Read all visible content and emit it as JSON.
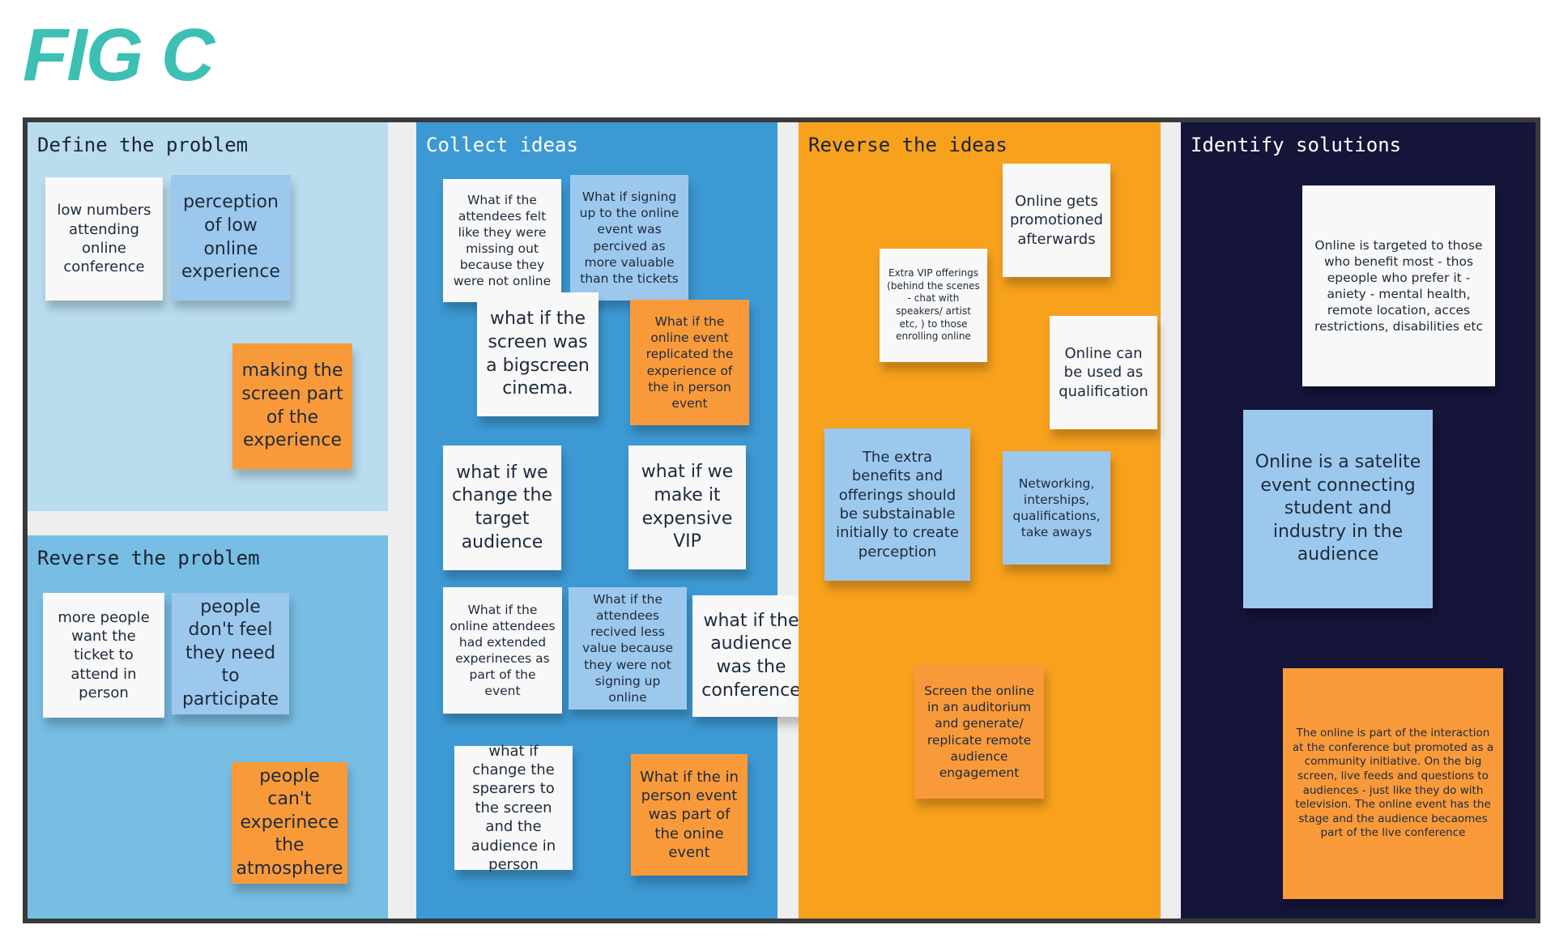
{
  "figure_title": "FIG C",
  "panels": {
    "define": {
      "title": "Define the problem",
      "color": "#b9dcef"
    },
    "reverse_problem": {
      "title": "Reverse the problem",
      "color": "#78bde3"
    },
    "collect": {
      "title": "Collect ideas",
      "color": "#3d99d3"
    },
    "reverse_ideas": {
      "title": "Reverse the ideas",
      "color": "#f7a11d"
    },
    "solutions": {
      "title": "Identify solutions",
      "color": "#141539"
    }
  },
  "notes": {
    "d1": "low numbers attending online conference",
    "d2": "perception of low online experience",
    "d3": "making the screen part of the experience",
    "r1": "more people want the ticket to attend in person",
    "r2": "people don't feel they need to participate",
    "r3": "people can't experinece the atmosphere",
    "c1": "What if the attendees felt like they were missing out because they were not online",
    "c2": "What if signing up to the online event was percived as more valuable than the tickets",
    "c3": "what if the screen was a bigscreen cinema.",
    "c4": "What if the online event replicated the experience of the in person event",
    "c5": "what if we change the target audience",
    "c6": "what if we make it expensive VIP",
    "c7": "What if the online attendees had extended experineces as part of the event",
    "c8": "What if the attendees recived less value because they were not signing up online",
    "c9": "what if the audience was the conference",
    "c10": "what if change the spearers to the screen and the audience in person",
    "c11": "What if the in person event was part of the onine event",
    "i1": "Online gets promotioned afterwards",
    "i2": "Extra VIP offerings (behind the scenes - chat with speakers/ artist etc, ) to those enrolling online",
    "i3": "Online can be used as qualification",
    "i4": "The extra benefits and offerings should be substainable initially to create perception",
    "i5": "Networking, interships, qualifications, take aways",
    "i6": "Screen the online in an auditorium and generate/ replicate remote audience engagement",
    "s1": "Online is targeted to those who benefit most - thos epeople who prefer it - aniety - mental health, remote location, acces restrictions, disabilities etc",
    "s2": "Online is a satelite event connecting student and industry in the audience",
    "s3": "The online is part of the interaction at the conference but promoted as a community initiative. On the big screen, live feeds and questions to audiences - just like they do with television. The online event has the stage and the audience becaomes part of the live conference"
  }
}
